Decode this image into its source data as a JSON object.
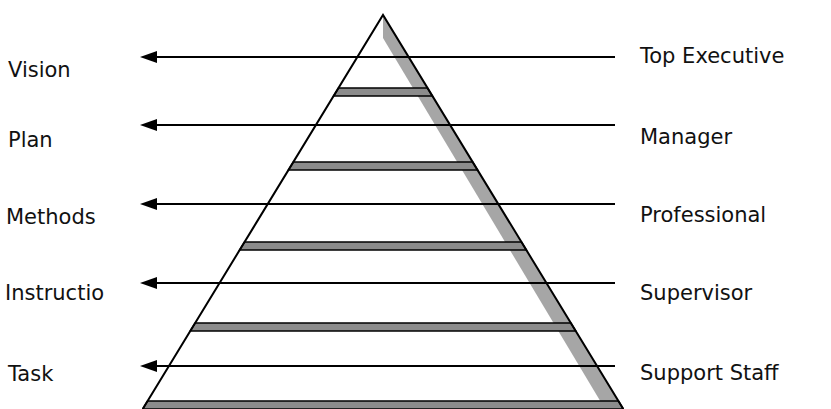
{
  "diagram": {
    "labels": [
      "Vision",
      "Top Executive",
      "Plan",
      "Manager",
      "Methods",
      "Professional",
      "Instructio",
      "Supervisor",
      "Task",
      "Support Staff"
    ]
  }
}
